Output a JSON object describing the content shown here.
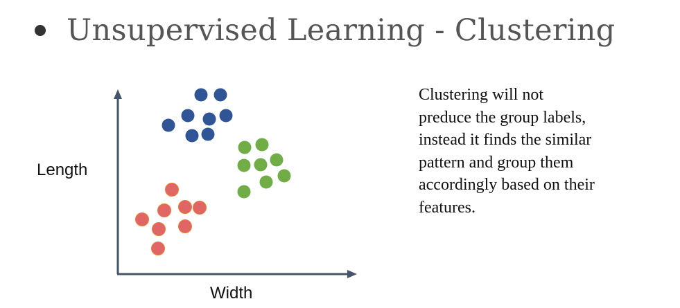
{
  "slide": {
    "title": "Unsupervised Learning - Clustering"
  },
  "diagram": {
    "x_label": "Width",
    "y_label": "Length",
    "colors": {
      "axis": "#44546a",
      "blue_cluster": "#2f5597",
      "green_cluster": "#70ad47",
      "red_cluster": "#e06666",
      "red_outline": "#ed7d31"
    }
  },
  "description": {
    "lines": [
      "Clustering will not",
      "preduce the group labels,",
      "instead it finds the similar",
      "pattern and group them",
      "accordingly based on their",
      "features."
    ]
  }
}
